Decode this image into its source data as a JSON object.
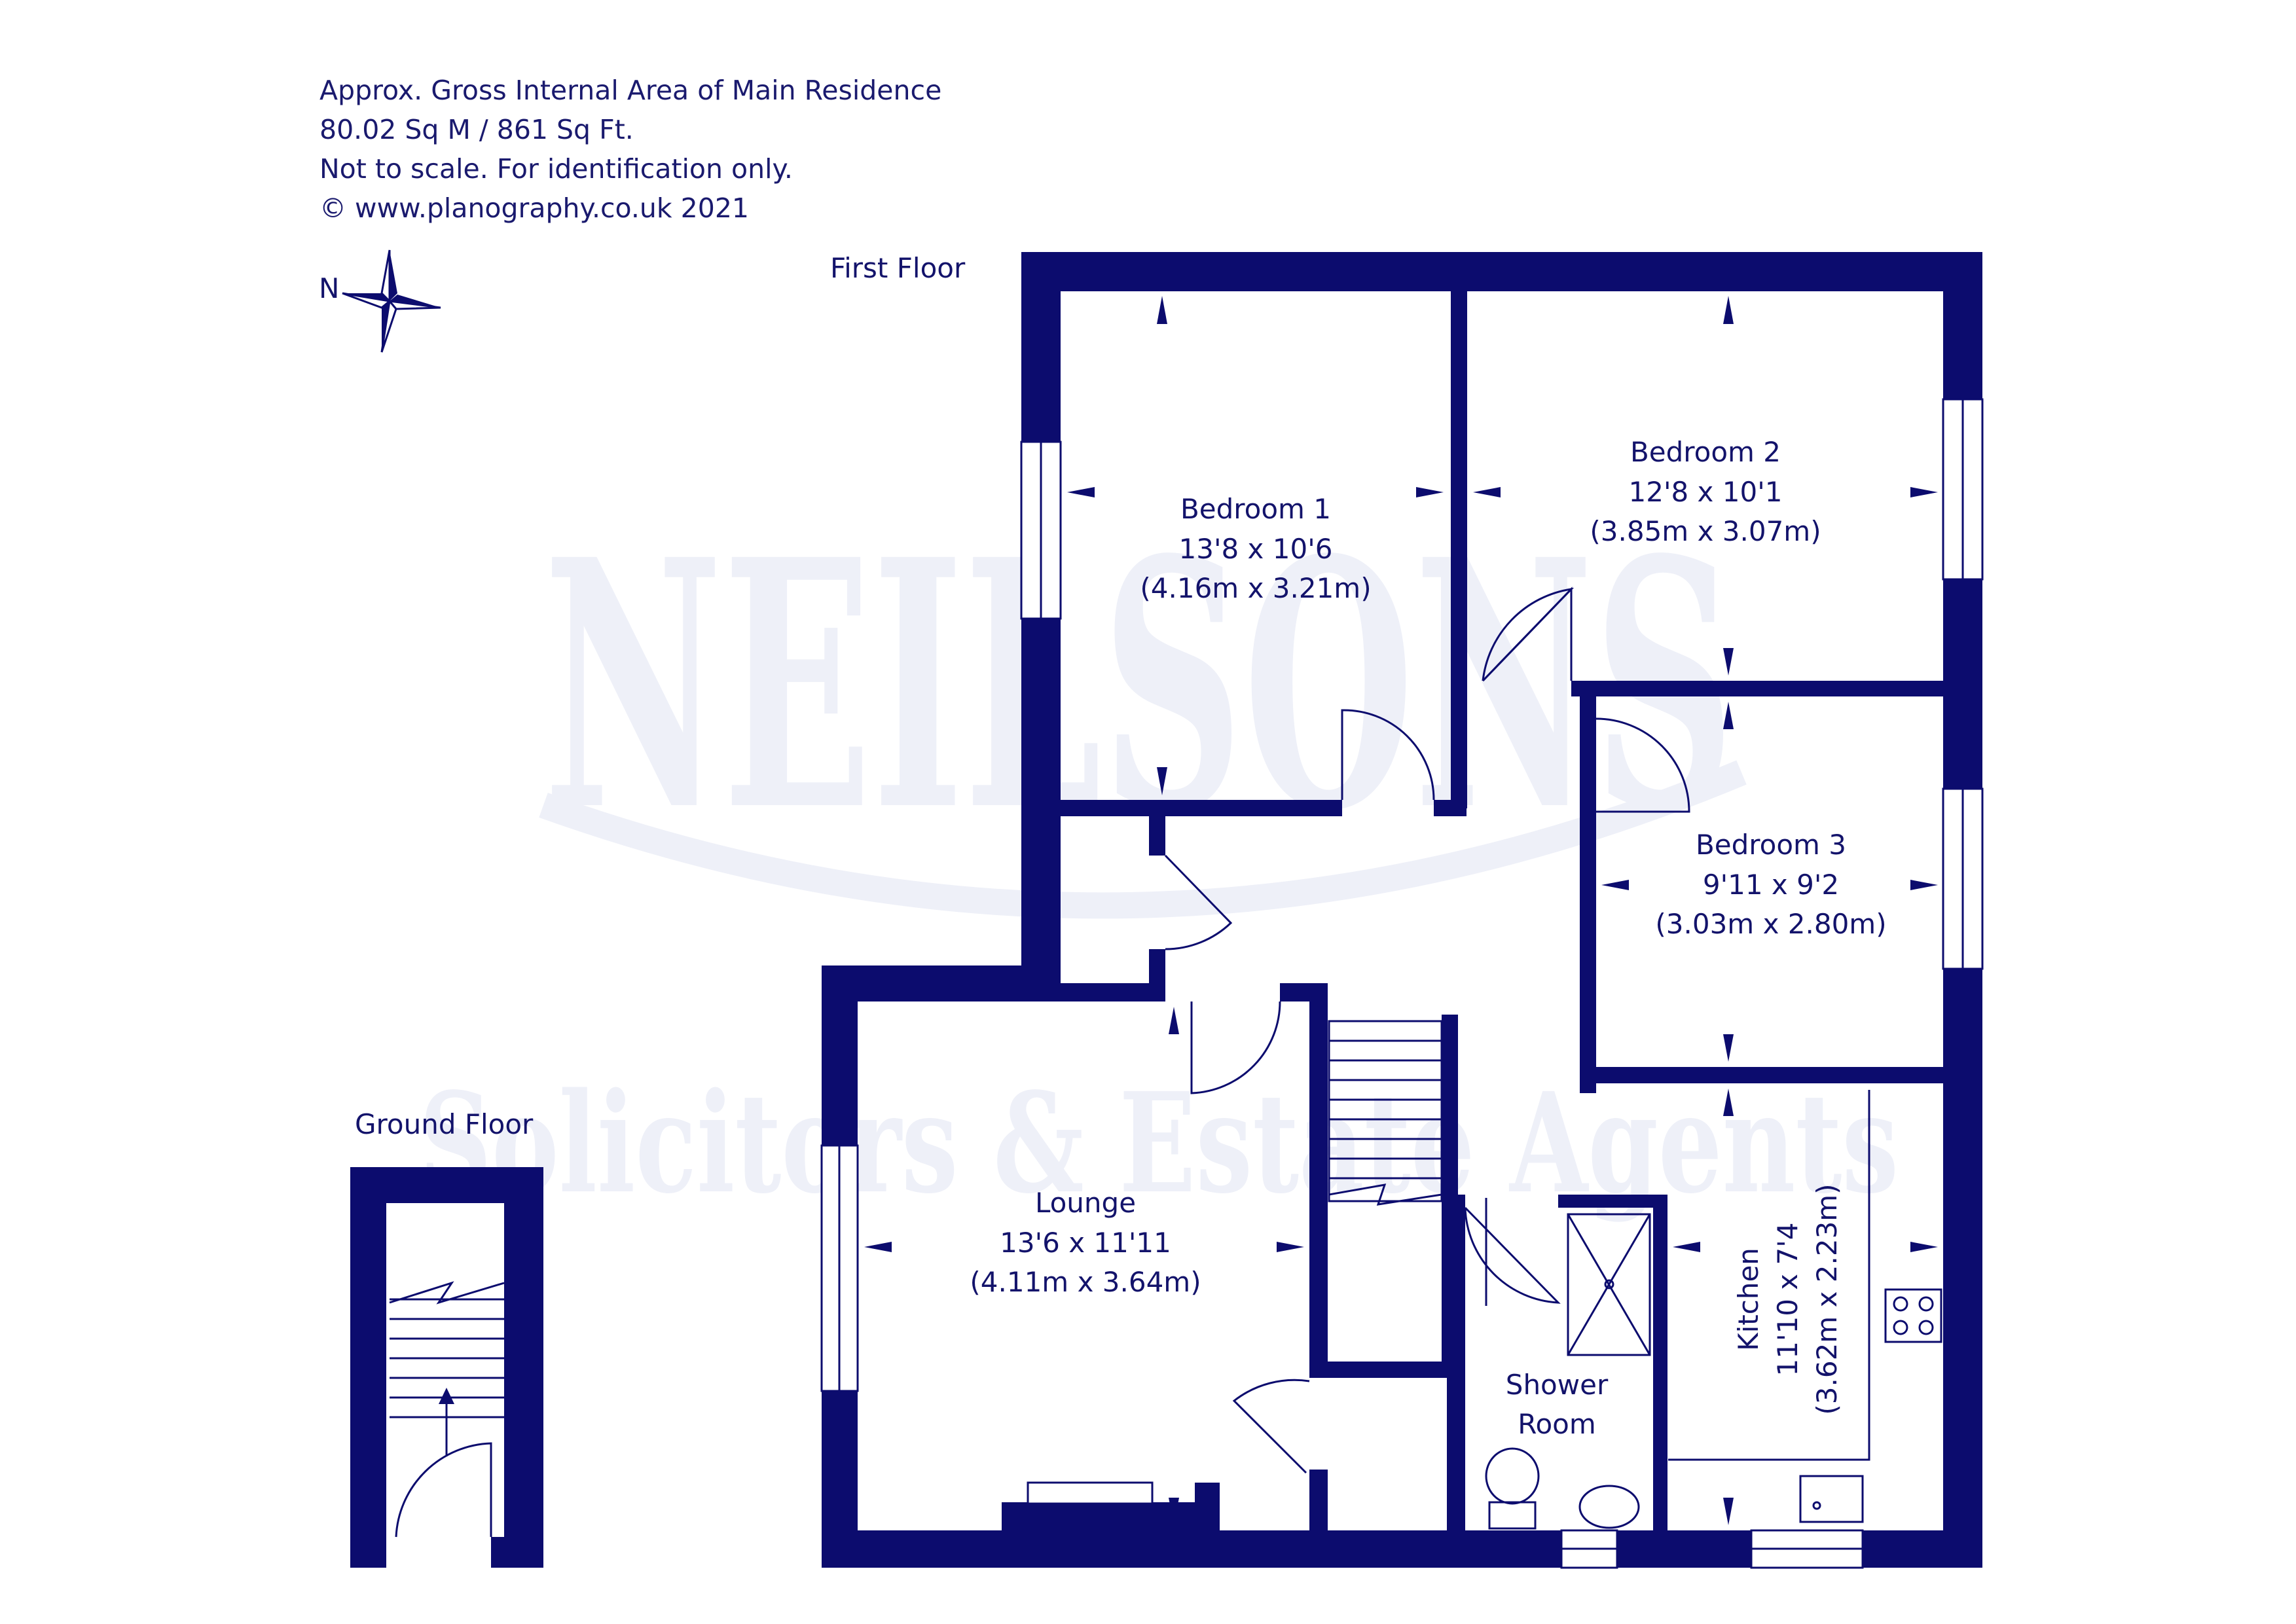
{
  "info": {
    "line1": "Approx. Gross Internal Area of Main Residence",
    "line2": "80.02 Sq M / 861 Sq Ft.",
    "line3": "Not to scale. For identification only.",
    "line4": "© www.planography.co.uk 2021"
  },
  "compass": {
    "label": "N"
  },
  "floors": {
    "first": "First Floor",
    "ground": "Ground Floor"
  },
  "watermark": {
    "brand": "NEILSONS",
    "tagline": "Solicitors & Estate Agents"
  },
  "rooms": {
    "bedroom1": {
      "name": "Bedroom 1",
      "imperial": "13'8 x 10'6",
      "metric": "(4.16m x 3.21m)"
    },
    "bedroom2": {
      "name": "Bedroom 2",
      "imperial": "12'8 x 10'1",
      "metric": "(3.85m x 3.07m)"
    },
    "bedroom3": {
      "name": "Bedroom 3",
      "imperial": "9'11 x 9'2",
      "metric": "(3.03m x 2.80m)"
    },
    "lounge": {
      "name": "Lounge",
      "imperial": "13'6 x 11'11",
      "metric": "(4.11m x 3.64m)"
    },
    "kitchen": {
      "name": "Kitchen",
      "imperial": "11'10 x 7'4",
      "metric": "(3.62m x 2.23m)"
    },
    "shower": {
      "name_line1": "Shower",
      "name_line2": "Room"
    }
  },
  "colors": {
    "wall": "#0c0c6e",
    "watermark": "#eef0f8"
  }
}
